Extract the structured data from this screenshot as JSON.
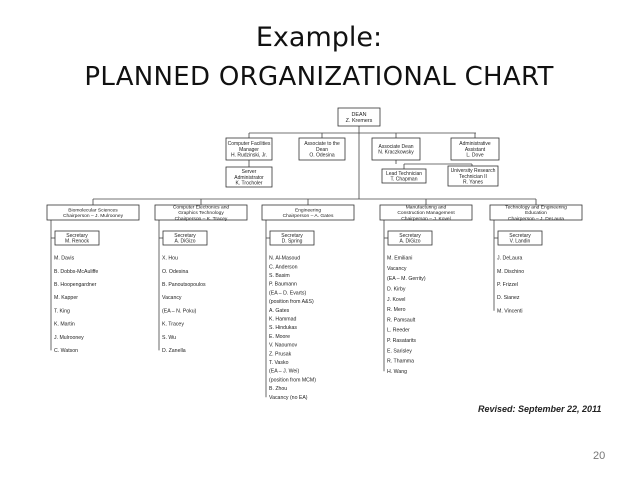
{
  "title_line1": "Example:",
  "title_line2": "PLANNED ORGANIZATIONAL CHART",
  "revised": "Revised:  September 22, 2011",
  "page_number": "20",
  "dean": [
    "DEAN",
    "Z. Kremers"
  ],
  "level2": [
    [
      "Computer Facilities",
      "Manager",
      "H. Rudzinski, Jr."
    ],
    [
      "Associate to the",
      "Dean",
      "O. Odesina"
    ],
    [
      "Associate Dean",
      "N. Kraczkowsky"
    ],
    [
      "Administrative",
      "Assistant",
      "L. Dove"
    ]
  ],
  "server": [
    "Server",
    "Administrator",
    "K. Trocholer"
  ],
  "level3_right": [
    [
      "Lead Technician",
      "T. Chapman"
    ],
    [
      "University Research",
      "Technician II",
      "R. Yanes"
    ]
  ],
  "departments": [
    {
      "head": [
        "Biomolecular Sciences",
        "Chairperson – J. Mulrooney"
      ],
      "secretary": [
        "Secretary",
        "M. Renock"
      ],
      "members": [
        "M. Davis",
        "B. Dobbs-McAuliffe",
        "B. Hoopengardner",
        "M. Kapper",
        "T. King",
        "K. Martin",
        "J. Mulrooney",
        "C. Watson"
      ]
    },
    {
      "head": [
        "Computer Electronics and",
        "Graphics Technology",
        "Chairperson – K. Tracey"
      ],
      "secretary": [
        "Secretary",
        "A. DiGizo"
      ],
      "members": [
        "X. Hou",
        "O. Odesina",
        "B. Panoutsopoulos",
        "Vacancy",
        "(EA – N. Poku)",
        "K. Tracey",
        "S. Wu",
        "D. Zanella"
      ]
    },
    {
      "head": [
        "Engineering",
        "Chairperson – A. Gates"
      ],
      "secretary": [
        "Secretary",
        "D. Spring"
      ],
      "members": [
        "N. Al-Masoud",
        "C. Anderson",
        "S. Basim",
        "P. Baumann",
        "(EA – D. Evarts)",
        "(position from A&S)",
        "A. Gates",
        "K. Hammad",
        "S. Hindukas",
        "E. Moore",
        "V. Naoumov",
        "Z. Prusak",
        "T. Vasko",
        "(EA – J. Wei)",
        "(position from MCM)",
        "B. Zhou",
        "Vacancy (no EA)"
      ]
    },
    {
      "head": [
        "Manufacturing and",
        "Construction Management",
        "Chairperson – J. Kovel"
      ],
      "secretary": [
        "Secretary",
        "A. DiGizo"
      ],
      "members": [
        "M. Emiliani",
        "Vacancy",
        "(EA – M. Gerrity)",
        "D. Kirby",
        "J. Kovel",
        "R. Mero",
        "R. Pamsault",
        "L. Reeder",
        "P. Rasatarits",
        "E. Sarisley",
        "R. Thamma",
        "H. Wang"
      ]
    },
    {
      "head": [
        "Technology and Engineering",
        "Education",
        "Chairperson – J. DeLaura"
      ],
      "secretary": [
        "Secretary",
        "V. Landin"
      ],
      "members": [
        "J. DeLaura",
        "M. Dischino",
        "P. Frizzel",
        "D. Sianez",
        "M. Vincenti"
      ]
    }
  ]
}
